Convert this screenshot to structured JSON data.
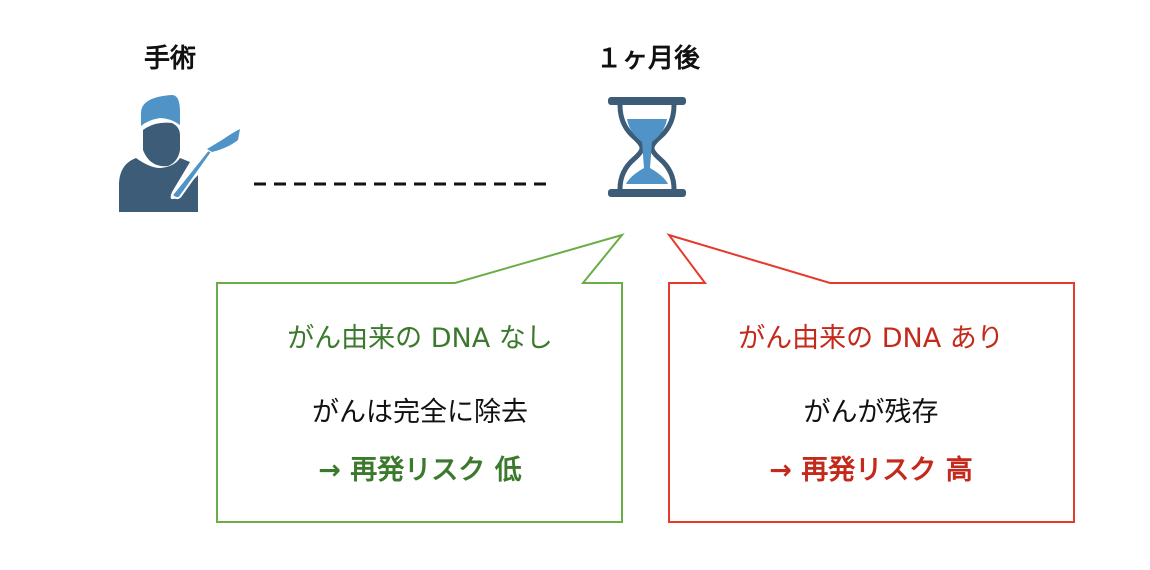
{
  "timeline": {
    "surgery_label": "手術",
    "later_label": "１ヶ月後"
  },
  "boxes": {
    "negative": {
      "title": "がん由来の DNA なし",
      "body": "がんは完全に除去",
      "risk": "→ 再発リスク 低",
      "color": "#3b7a2c",
      "border": "#6aad45"
    },
    "positive": {
      "title": "がん由来の DNA あり",
      "body": "がんが残存",
      "risk": "→ 再発リスク 高",
      "color": "#c42a1c",
      "border": "#e53a2c"
    }
  },
  "icons": {
    "surgeon": "surgeon-icon",
    "hourglass": "hourglass-icon"
  },
  "colors": {
    "icon_dark": "#3d5c78",
    "icon_blue": "#4f93c7"
  }
}
